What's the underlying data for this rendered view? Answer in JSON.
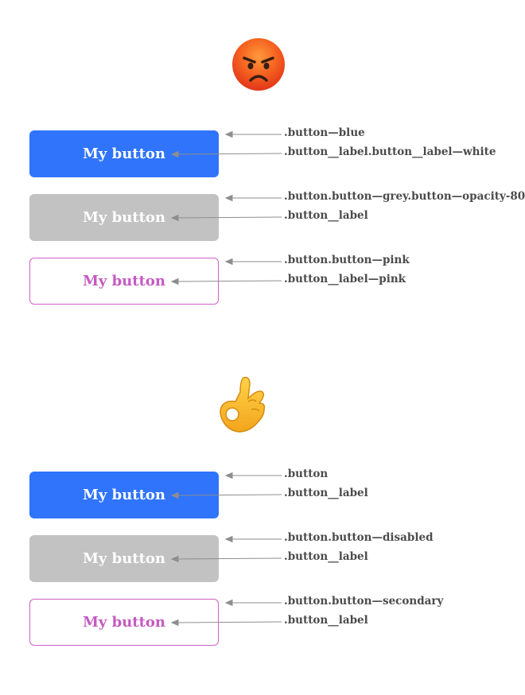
{
  "colors": {
    "blue": "#2f74fb",
    "grey": "#c2c2c2",
    "pink": "#d061c7",
    "annotation": "#4b4b4b",
    "arrow": "#8e8e8e"
  },
  "sections": {
    "bad": {
      "icon": "angry-face-icon",
      "buttons": [
        {
          "label": "My button",
          "ann_button": ".button—blue",
          "ann_label": ".button__label.button__label—white"
        },
        {
          "label": "My button",
          "ann_button": ".button.button—grey.button—opacity-80",
          "ann_label": ".button__label"
        },
        {
          "label": "My button",
          "ann_button": ".button.button—pink",
          "ann_label": ".button__label—pink"
        }
      ]
    },
    "good": {
      "icon": "ok-hand-icon",
      "buttons": [
        {
          "label": "My button",
          "ann_button": ".button",
          "ann_label": ".button__label"
        },
        {
          "label": "My button",
          "ann_button": ".button.button—disabled",
          "ann_label": ".button__label"
        },
        {
          "label": "My button",
          "ann_button": ".button.button—secondary",
          "ann_label": ".button__label"
        }
      ]
    }
  }
}
